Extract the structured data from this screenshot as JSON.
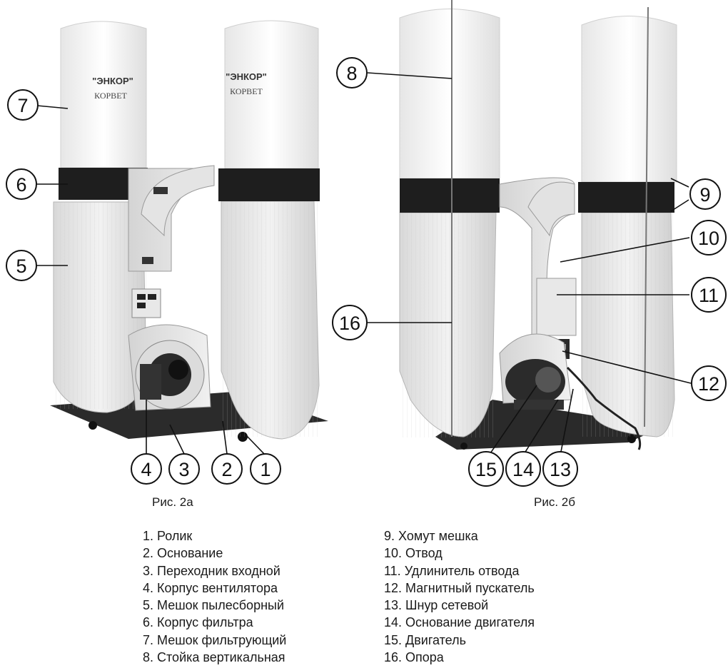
{
  "figure_a": {
    "caption": "Рис. 2а",
    "bag_print_line1": "\"ЭНКОР\"",
    "bag_print_line2": "КОРВЕТ",
    "callouts": [
      "7",
      "6",
      "5",
      "4",
      "3",
      "2",
      "1"
    ]
  },
  "figure_b": {
    "caption": "Рис. 2б",
    "callouts": [
      "8",
      "9",
      "10",
      "11",
      "16",
      "12",
      "15",
      "14",
      "13"
    ]
  },
  "legend_left": [
    "1. Ролик",
    "2. Основание",
    "3. Переходник входной",
    "4. Корпус вентилятора",
    "5. Мешок пылесборный",
    "6. Корпус фильтра",
    "7. Мешок фильтрующий",
    "8. Стойка вертикальная"
  ],
  "legend_right": [
    "9. Хомут мешка",
    "10. Отвод",
    "11. Удлинитель отвода",
    "12. Магнитный пускатель",
    "13. Шнур сетевой",
    "14. Основание двигателя",
    "15. Двигатель",
    "16. Опора"
  ]
}
